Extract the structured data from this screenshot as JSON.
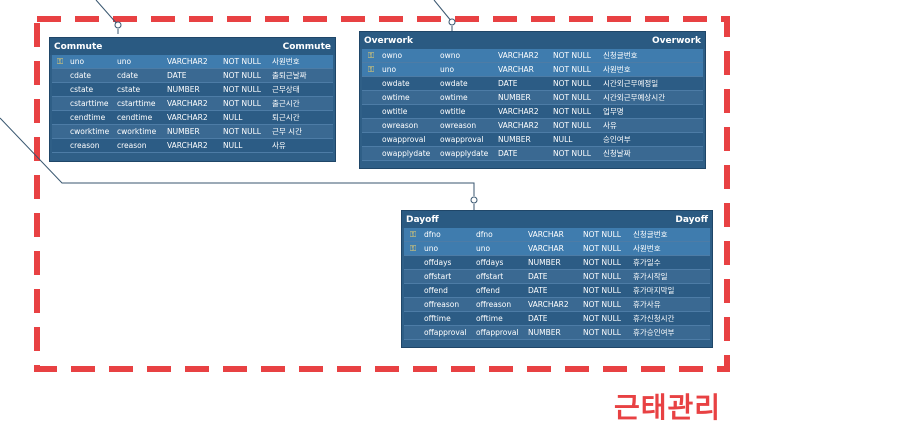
{
  "section_label": "근태관리",
  "colors": {
    "dash_border": "#e84143",
    "connector": "#38566f",
    "entity_bg": "#2f5f87",
    "entity_header": "#2a5a82",
    "pk_row": "#3f7cae",
    "key_icon": "#f3d36b"
  },
  "entities": [
    {
      "name": "Commute",
      "header_left": "Commute",
      "header_right": "Commute",
      "rows": [
        {
          "key": true,
          "col1": "uno",
          "col2": "uno",
          "type": "VARCHAR2",
          "null": "NOT NULL",
          "comment": "사원번호"
        },
        {
          "key": false,
          "col1": "cdate",
          "col2": "cdate",
          "type": "DATE",
          "null": "NOT NULL",
          "comment": "출퇴근날짜"
        },
        {
          "key": false,
          "col1": "cstate",
          "col2": "cstate",
          "type": "NUMBER",
          "null": "NOT NULL",
          "comment": "근무상태"
        },
        {
          "key": false,
          "col1": "cstarttime",
          "col2": "cstarttime",
          "type": "VARCHAR2",
          "null": "NOT NULL",
          "comment": "출근시간"
        },
        {
          "key": false,
          "col1": "cendtime",
          "col2": "cendtime",
          "type": "VARCHAR2",
          "null": "NULL",
          "comment": "퇴근시간"
        },
        {
          "key": false,
          "col1": "cworktime",
          "col2": "cworktime",
          "type": "NUMBER",
          "null": "NOT NULL",
          "comment": "근무 시간"
        },
        {
          "key": false,
          "col1": "creason",
          "col2": "creason",
          "type": "VARCHAR2",
          "null": "NULL",
          "comment": "사유"
        }
      ]
    },
    {
      "name": "Overwork",
      "header_left": "Overwork",
      "header_right": "Overwork",
      "rows": [
        {
          "key": true,
          "col1": "owno",
          "col2": "owno",
          "type": "VARCHAR2",
          "null": "NOT NULL",
          "comment": "신청글번호"
        },
        {
          "key": true,
          "col1": "uno",
          "col2": "uno",
          "type": "VARCHAR",
          "null": "NOT NULL",
          "comment": "사원번호"
        },
        {
          "key": false,
          "col1": "owdate",
          "col2": "owdate",
          "type": "DATE",
          "null": "NOT NULL",
          "comment": "시간외근무예정일"
        },
        {
          "key": false,
          "col1": "owtime",
          "col2": "owtime",
          "type": "NUMBER",
          "null": "NOT NULL",
          "comment": "시간외근무예상시간"
        },
        {
          "key": false,
          "col1": "owtitle",
          "col2": "owtitle",
          "type": "VARCHAR2",
          "null": "NOT NULL",
          "comment": "업무명"
        },
        {
          "key": false,
          "col1": "owreason",
          "col2": "owreason",
          "type": "VARCHAR2",
          "null": "NOT NULL",
          "comment": "사유"
        },
        {
          "key": false,
          "col1": "owapproval",
          "col2": "owapproval",
          "type": "NUMBER",
          "null": "NULL",
          "comment": "승인여부"
        },
        {
          "key": false,
          "col1": "owapplydate",
          "col2": "owapplydate",
          "type": "DATE",
          "null": "NOT NULL",
          "comment": "신청날짜"
        }
      ]
    },
    {
      "name": "Dayoff",
      "header_left": "Dayoff",
      "header_right": "Dayoff",
      "rows": [
        {
          "key": true,
          "col1": "dfno",
          "col2": "dfno",
          "type": "VARCHAR",
          "null": "NOT NULL",
          "comment": "신청글번호"
        },
        {
          "key": true,
          "col1": "uno",
          "col2": "uno",
          "type": "VARCHAR",
          "null": "NOT NULL",
          "comment": "사원번호"
        },
        {
          "key": false,
          "col1": "offdays",
          "col2": "offdays",
          "type": "NUMBER",
          "null": "NOT NULL",
          "comment": "휴가일수"
        },
        {
          "key": false,
          "col1": "offstart",
          "col2": "offstart",
          "type": "DATE",
          "null": "NOT NULL",
          "comment": "휴가시작일"
        },
        {
          "key": false,
          "col1": "offend",
          "col2": "offend",
          "type": "DATE",
          "null": "NOT NULL",
          "comment": "휴가마지막일"
        },
        {
          "key": false,
          "col1": "offreason",
          "col2": "offreason",
          "type": "VARCHAR2",
          "null": "NOT NULL",
          "comment": "휴가사유"
        },
        {
          "key": false,
          "col1": "offtime",
          "col2": "offtime",
          "type": "DATE",
          "null": "NOT NULL",
          "comment": "휴가신청시간"
        },
        {
          "key": false,
          "col1": "offapproval",
          "col2": "offapproval",
          "type": "NUMBER",
          "null": "NOT NULL",
          "comment": "휴가승인여부"
        }
      ]
    }
  ]
}
